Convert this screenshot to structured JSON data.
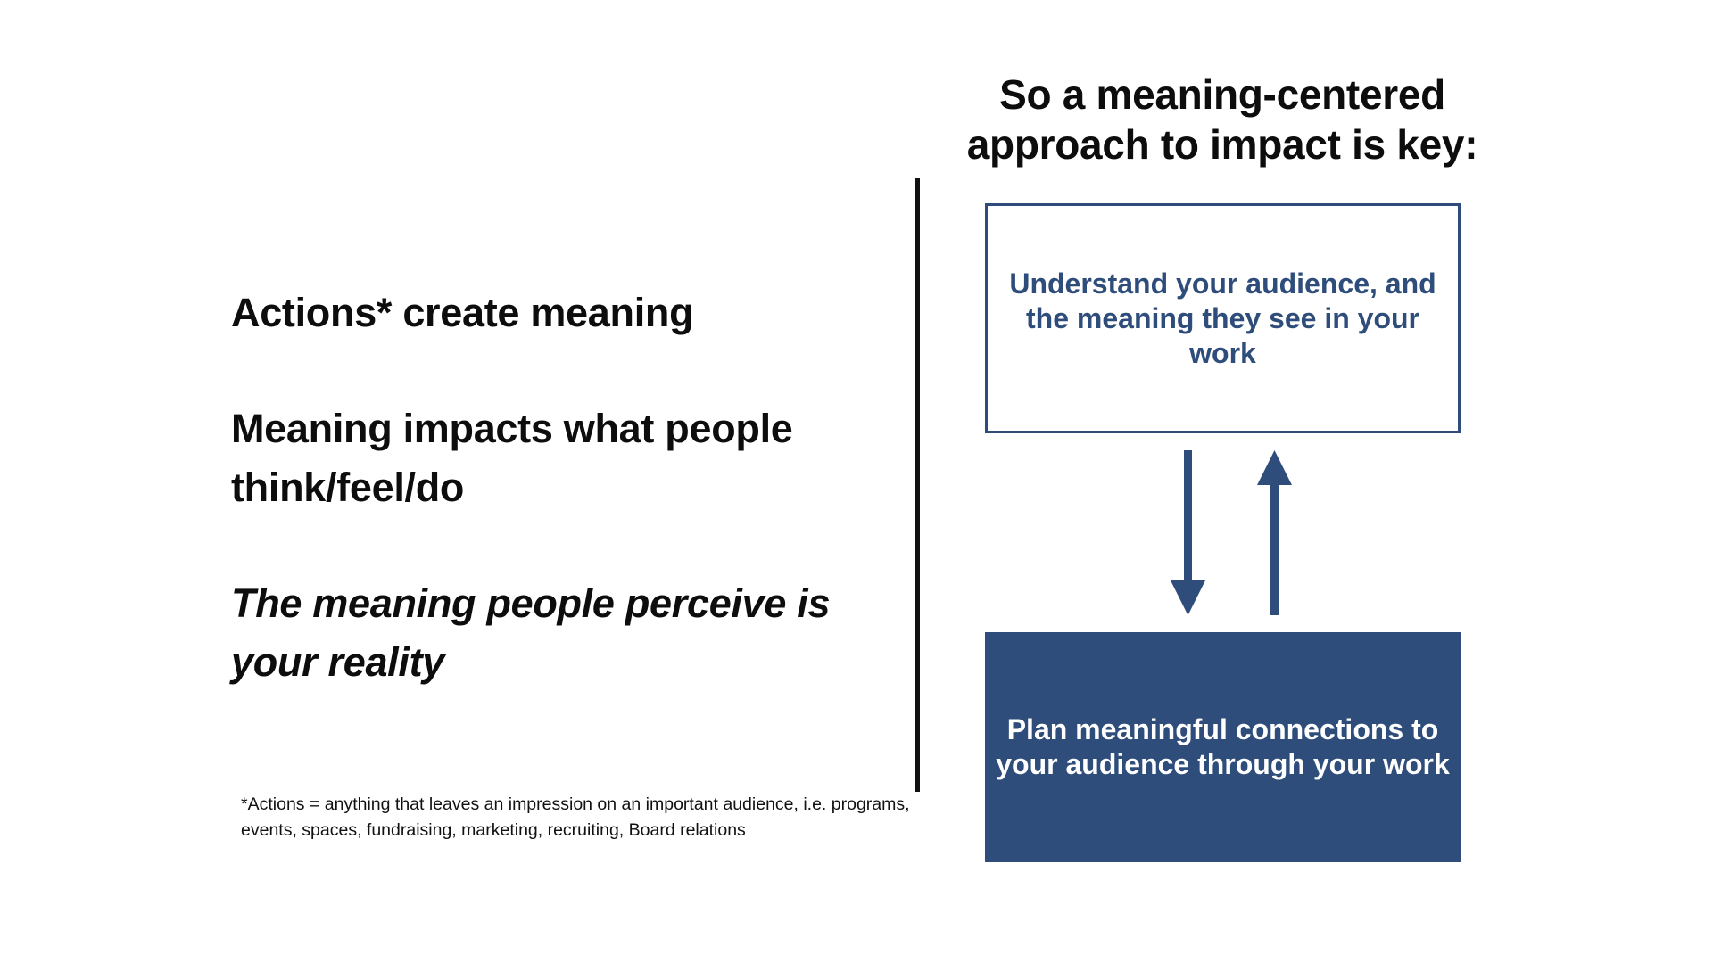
{
  "left": {
    "statement_1": "Actions* create meaning",
    "statement_2": "Meaning impacts what people think/feel/do",
    "statement_3": "The meaning people perceive is your reality",
    "footnote": "*Actions = anything that leaves an impression on an important audience, i.e. programs, events, spaces, fundraising, marketing, recruiting, Board relations"
  },
  "right": {
    "heading": "So a meaning-centered approach to impact is key:",
    "top_box": "Understand your audience, and the meaning they see in your work",
    "bottom_box": "Plan meaningful connections to your audience through your work"
  },
  "colors": {
    "accent": "#2e4d7b",
    "text": "#0d0d0d",
    "background": "#ffffff"
  },
  "icons": {
    "down_arrow": "arrow-down-icon",
    "up_arrow": "arrow-up-icon"
  }
}
